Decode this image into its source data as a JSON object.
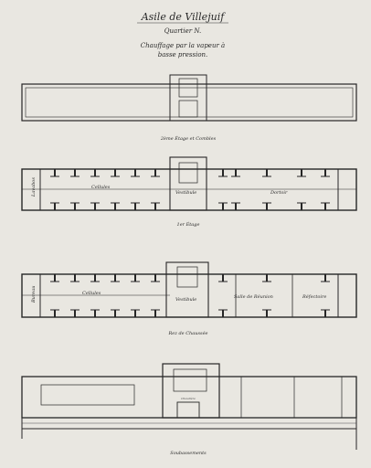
{
  "header": {
    "title": "Asile de Villejuif",
    "subtitle": "Quartier N.",
    "heating_line1": "Chauffage par la vapeur à",
    "heating_line2": "basse pression."
  },
  "floors": [
    {
      "label": "2ème Étage et Combles",
      "rooms": []
    },
    {
      "label": "1er Étage",
      "rooms": [
        "Cellules",
        "Vestibule",
        "Dortoir",
        "Lavabos"
      ]
    },
    {
      "label": "Rez de Chaussée",
      "rooms": [
        "Cellules",
        "Vestibule",
        "Salle de Réunion",
        "Réfectoire",
        "Bureau"
      ]
    },
    {
      "label": "Soubassements",
      "rooms": [
        "Chaudière"
      ]
    }
  ],
  "colors": {
    "paper": "#e9e7e1",
    "ink": "#262626"
  }
}
